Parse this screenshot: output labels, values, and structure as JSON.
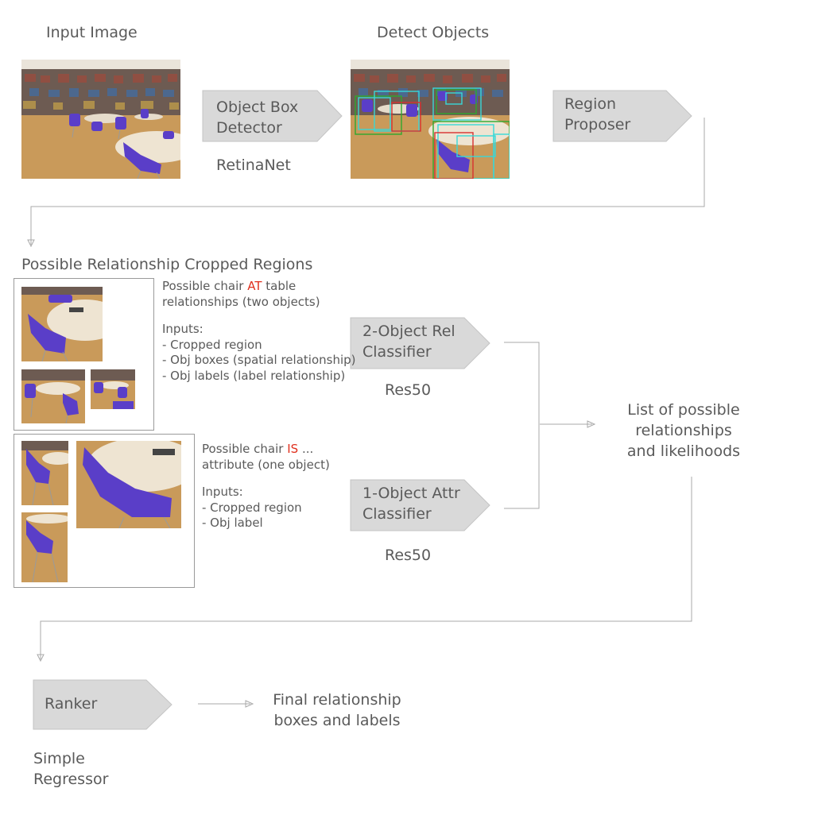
{
  "titles": {
    "input_image": "Input Image",
    "detect_objects": "Detect Objects",
    "cropped_regions": "Possible Relationship Cropped Regions"
  },
  "nodes": {
    "detector": {
      "label_line1": "Object Box",
      "label_line2": "Detector",
      "model": "RetinaNet"
    },
    "proposer": {
      "label_line1": "Region",
      "label_line2": "Proposer"
    },
    "rel_classifier": {
      "label_line1": "2-Object Rel",
      "label_line2": "Classifier",
      "model": "Res50"
    },
    "attr_classifier": {
      "label_line1": "1-Object Attr",
      "label_line2": "Classifier",
      "model": "Res50"
    },
    "ranker": {
      "label": "Ranker",
      "model_line1": "Simple",
      "model_line2": "Regressor"
    }
  },
  "two_object_panel": {
    "desc_prefix": "Possible chair ",
    "desc_highlight": "AT",
    "desc_suffix": " table",
    "desc_line2": "relationships (two objects)",
    "inputs_title": "Inputs:",
    "inputs": [
      "- Cropped region",
      "- Obj boxes (spatial relationship)",
      "- Obj labels (label relationship)"
    ]
  },
  "one_object_panel": {
    "desc_prefix": "Possible chair ",
    "desc_highlight": "IS",
    "desc_suffix": " ...",
    "desc_line2": "attribute (one object)",
    "inputs_title": "Inputs:",
    "inputs": [
      "- Cropped region",
      "- Obj label"
    ]
  },
  "outputs": {
    "list_line1": "List of possible",
    "list_line2": "relationships",
    "list_line3": "and likelihoods",
    "final_line1": "Final relationship",
    "final_line2": "boxes and labels"
  },
  "colors": {
    "shape_fill": "#d9d9d9",
    "shape_stroke": "#bdbdbd",
    "connector": "#a8a8a8",
    "highlight": "#e0301e",
    "chair_purple": "#5a3ec8",
    "floor_wood": "#c9954f"
  }
}
